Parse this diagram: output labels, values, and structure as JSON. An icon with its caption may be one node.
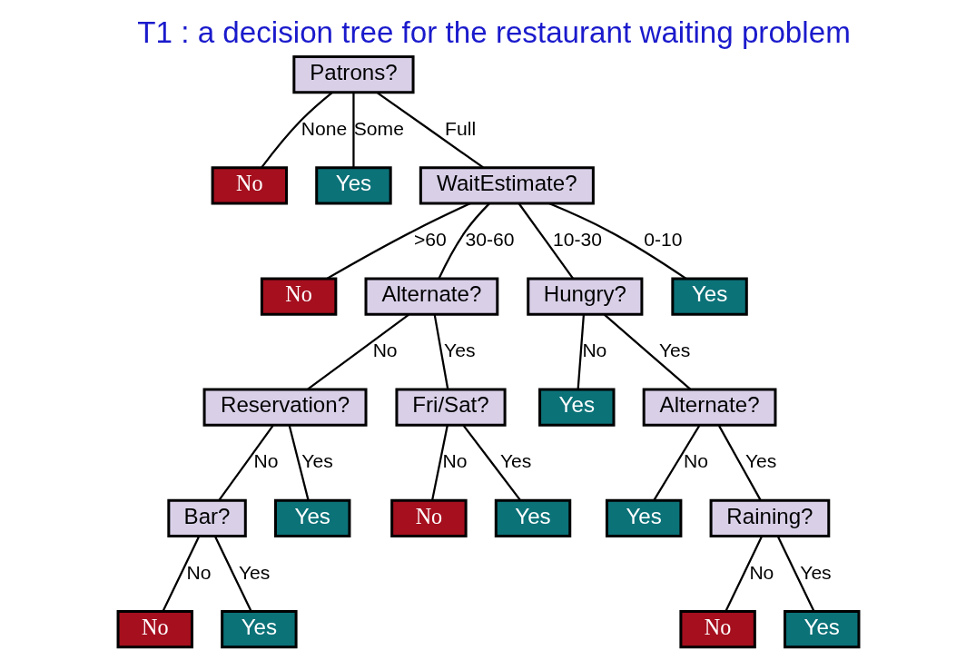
{
  "diagram": {
    "title": "T1 : a decision tree for the restaurant waiting problem",
    "nodes": [
      {
        "text": [
          "Patrons?"
        ]
      },
      {
        "text": [
          "No"
        ]
      },
      {
        "text": [
          "Yes"
        ]
      },
      {
        "text": [
          "WaitEstimate?"
        ]
      },
      {
        "text": [
          "No"
        ]
      },
      {
        "text": [
          "Alternate?"
        ]
      },
      {
        "text": [
          "Hungry?"
        ]
      },
      {
        "text": [
          "Yes"
        ]
      },
      {
        "text": [
          "Reservation?"
        ]
      },
      {
        "text": [
          "Fri/Sat?"
        ]
      },
      {
        "text": [
          "Yes"
        ]
      },
      {
        "text": [
          "Alternate?"
        ]
      },
      {
        "text": [
          "Bar?"
        ]
      },
      {
        "text": [
          "Yes"
        ]
      },
      {
        "text": [
          "No"
        ]
      },
      {
        "text": [
          "Yes"
        ]
      },
      {
        "text": [
          "Yes"
        ]
      },
      {
        "text": [
          "Raining?"
        ]
      },
      {
        "text": [
          "No"
        ]
      },
      {
        "text": [
          "Yes"
        ]
      },
      {
        "text": [
          "No"
        ]
      },
      {
        "text": [
          "Yes"
        ]
      }
    ],
    "edges": [
      {
        "from": 0,
        "to": 1,
        "arrow": "none",
        "label": "None"
      },
      {
        "from": 0,
        "to": 2,
        "arrow": "none",
        "label": "Some"
      },
      {
        "from": 0,
        "to": 3,
        "arrow": "none",
        "label": "Full"
      },
      {
        "from": 3,
        "to": 4,
        "arrow": "none",
        "label": ">60"
      },
      {
        "from": 3,
        "to": 5,
        "arrow": "none",
        "label": "30-60"
      },
      {
        "from": 3,
        "to": 6,
        "arrow": "none",
        "label": "10-30"
      },
      {
        "from": 3,
        "to": 7,
        "arrow": "none",
        "label": "0-10"
      },
      {
        "from": 5,
        "to": 8,
        "arrow": "none",
        "label": "No"
      },
      {
        "from": 5,
        "to": 9,
        "arrow": "none",
        "label": "Yes"
      },
      {
        "from": 6,
        "to": 10,
        "arrow": "none",
        "label": "No"
      },
      {
        "from": 6,
        "to": 11,
        "arrow": "none",
        "label": "Yes"
      },
      {
        "from": 8,
        "to": 12,
        "arrow": "none",
        "label": "No"
      },
      {
        "from": 8,
        "to": 13,
        "arrow": "none",
        "label": "Yes"
      },
      {
        "from": 9,
        "to": 14,
        "arrow": "none",
        "label": "No"
      },
      {
        "from": 9,
        "to": 15,
        "arrow": "none",
        "label": "Yes"
      },
      {
        "from": 11,
        "to": 16,
        "arrow": "none",
        "label": "No"
      },
      {
        "from": 11,
        "to": 17,
        "arrow": "none",
        "label": "Yes"
      },
      {
        "from": 12,
        "to": 18,
        "arrow": "none",
        "label": "No"
      },
      {
        "from": 12,
        "to": 19,
        "arrow": "none",
        "label": "Yes"
      },
      {
        "from": 17,
        "to": 20,
        "arrow": "none",
        "label": "No"
      },
      {
        "from": 17,
        "to": 21,
        "arrow": "none",
        "label": "Yes"
      }
    ]
  }
}
